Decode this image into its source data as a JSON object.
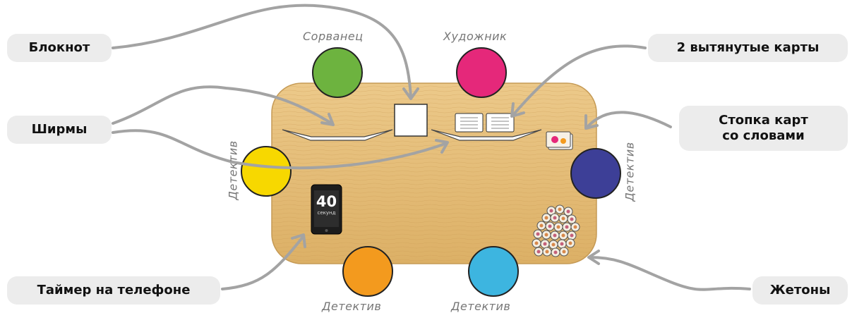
{
  "callouts": {
    "notebook": "Блокнот",
    "screens": "Ширмы",
    "timer": "Таймер на телефоне",
    "drawn_cards": "2 вытянутые карты",
    "card_stack_line1": "Стопка карт",
    "card_stack_line2": "со словами",
    "tokens": "Жетоны"
  },
  "roles": {
    "top_left": "Сорванец",
    "top_right": "Художник",
    "left": "Детектив",
    "right": "Детектив",
    "bottom_left": "Детектив",
    "bottom_right": "Детектив"
  },
  "phone": {
    "number": "40",
    "unit": "секунд"
  },
  "colors": {
    "green": "#6db33f",
    "magenta": "#e5287a",
    "yellow": "#f7d800",
    "navy": "#3d3f97",
    "orange": "#f39a1e",
    "cyan": "#3db5e0",
    "table": "#e6c27a",
    "label_bg": "#ececec",
    "arrow": "#a3a3a3"
  }
}
